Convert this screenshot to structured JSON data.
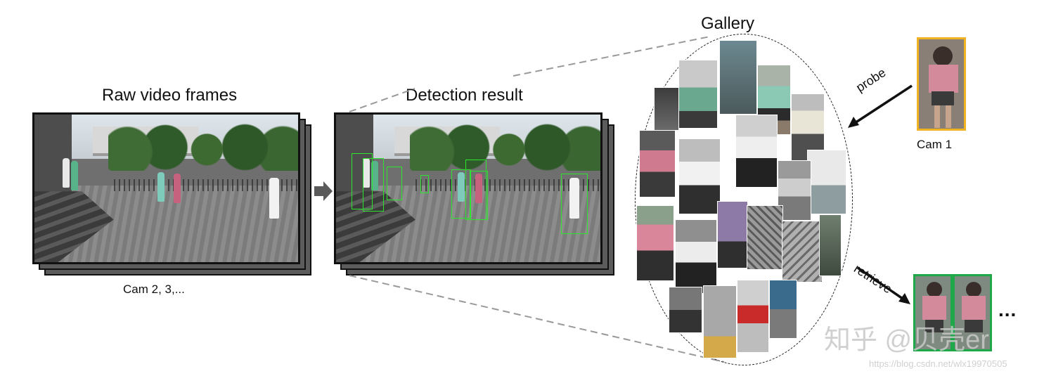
{
  "labels": {
    "raw": "Raw video frames",
    "detection": "Detection result",
    "gallery": "Gallery",
    "cams": "Cam 2, 3,...",
    "cam1": "Cam 1",
    "probe": "probe",
    "retrieve": "retrieve",
    "ellipsis": "..."
  },
  "watermark": {
    "main": "知乎 @贝壳er",
    "url": "https://blog.csdn.net/wlx19970505"
  },
  "colors": {
    "detection_box": "#2ee52e",
    "probe_border": "#f0b323",
    "retrieve_border": "#1fa84a",
    "frame_border": "#111111"
  }
}
